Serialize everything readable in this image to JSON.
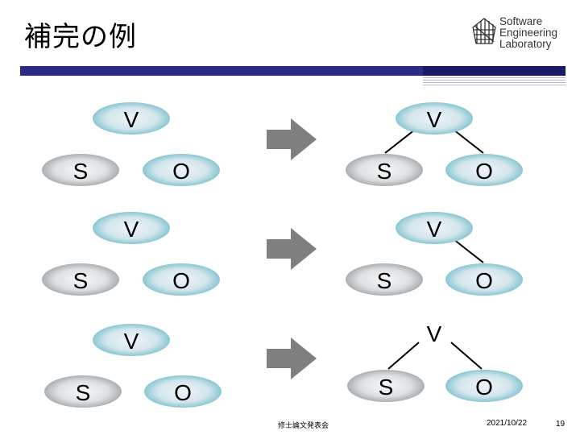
{
  "slide": {
    "title": "補完の例",
    "logo_lines": [
      "Software",
      "Engineering",
      "Laboratory"
    ],
    "footer_center": "修士論文発表会",
    "footer_date": "2021/10/22",
    "page_number": "19"
  },
  "rows": [
    {
      "before": {
        "verb": "V",
        "subject": "S",
        "object": "O"
      },
      "after": {
        "verb": "V",
        "subject": "S",
        "object": "O"
      }
    },
    {
      "before": {
        "verb": "V",
        "subject": "S",
        "object": "O"
      },
      "after": {
        "verb": "V",
        "subject": "S",
        "object": "O"
      }
    },
    {
      "before": {
        "verb": "V",
        "subject": "S",
        "object": "O"
      },
      "after": {
        "verb": "V",
        "subject": "S",
        "object": "O"
      }
    }
  ],
  "colors": {
    "node_light": "#eef3f7",
    "node_teal": "#5fb3c4",
    "node_gray": "#8d9296",
    "arrow": "#7f7f7f",
    "title_rule": "#2c2c86"
  }
}
